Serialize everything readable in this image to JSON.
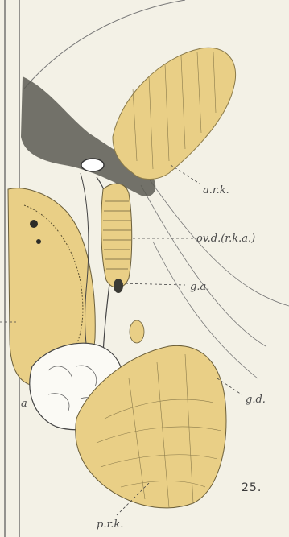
{
  "figure_number": "25.",
  "labels": {
    "ark": "a.r.k.",
    "ovd": "ov.d.(r.k.a.)",
    "ga": "g.a.",
    "gd": "g.d.",
    "prk": "p.r.k.",
    "left_edge": "a"
  },
  "colors": {
    "paper": "#f3f1e6",
    "yellow_organ": "#e9cf86",
    "ink": "#3c3c3c",
    "dark_mass": "#4a4a44"
  }
}
